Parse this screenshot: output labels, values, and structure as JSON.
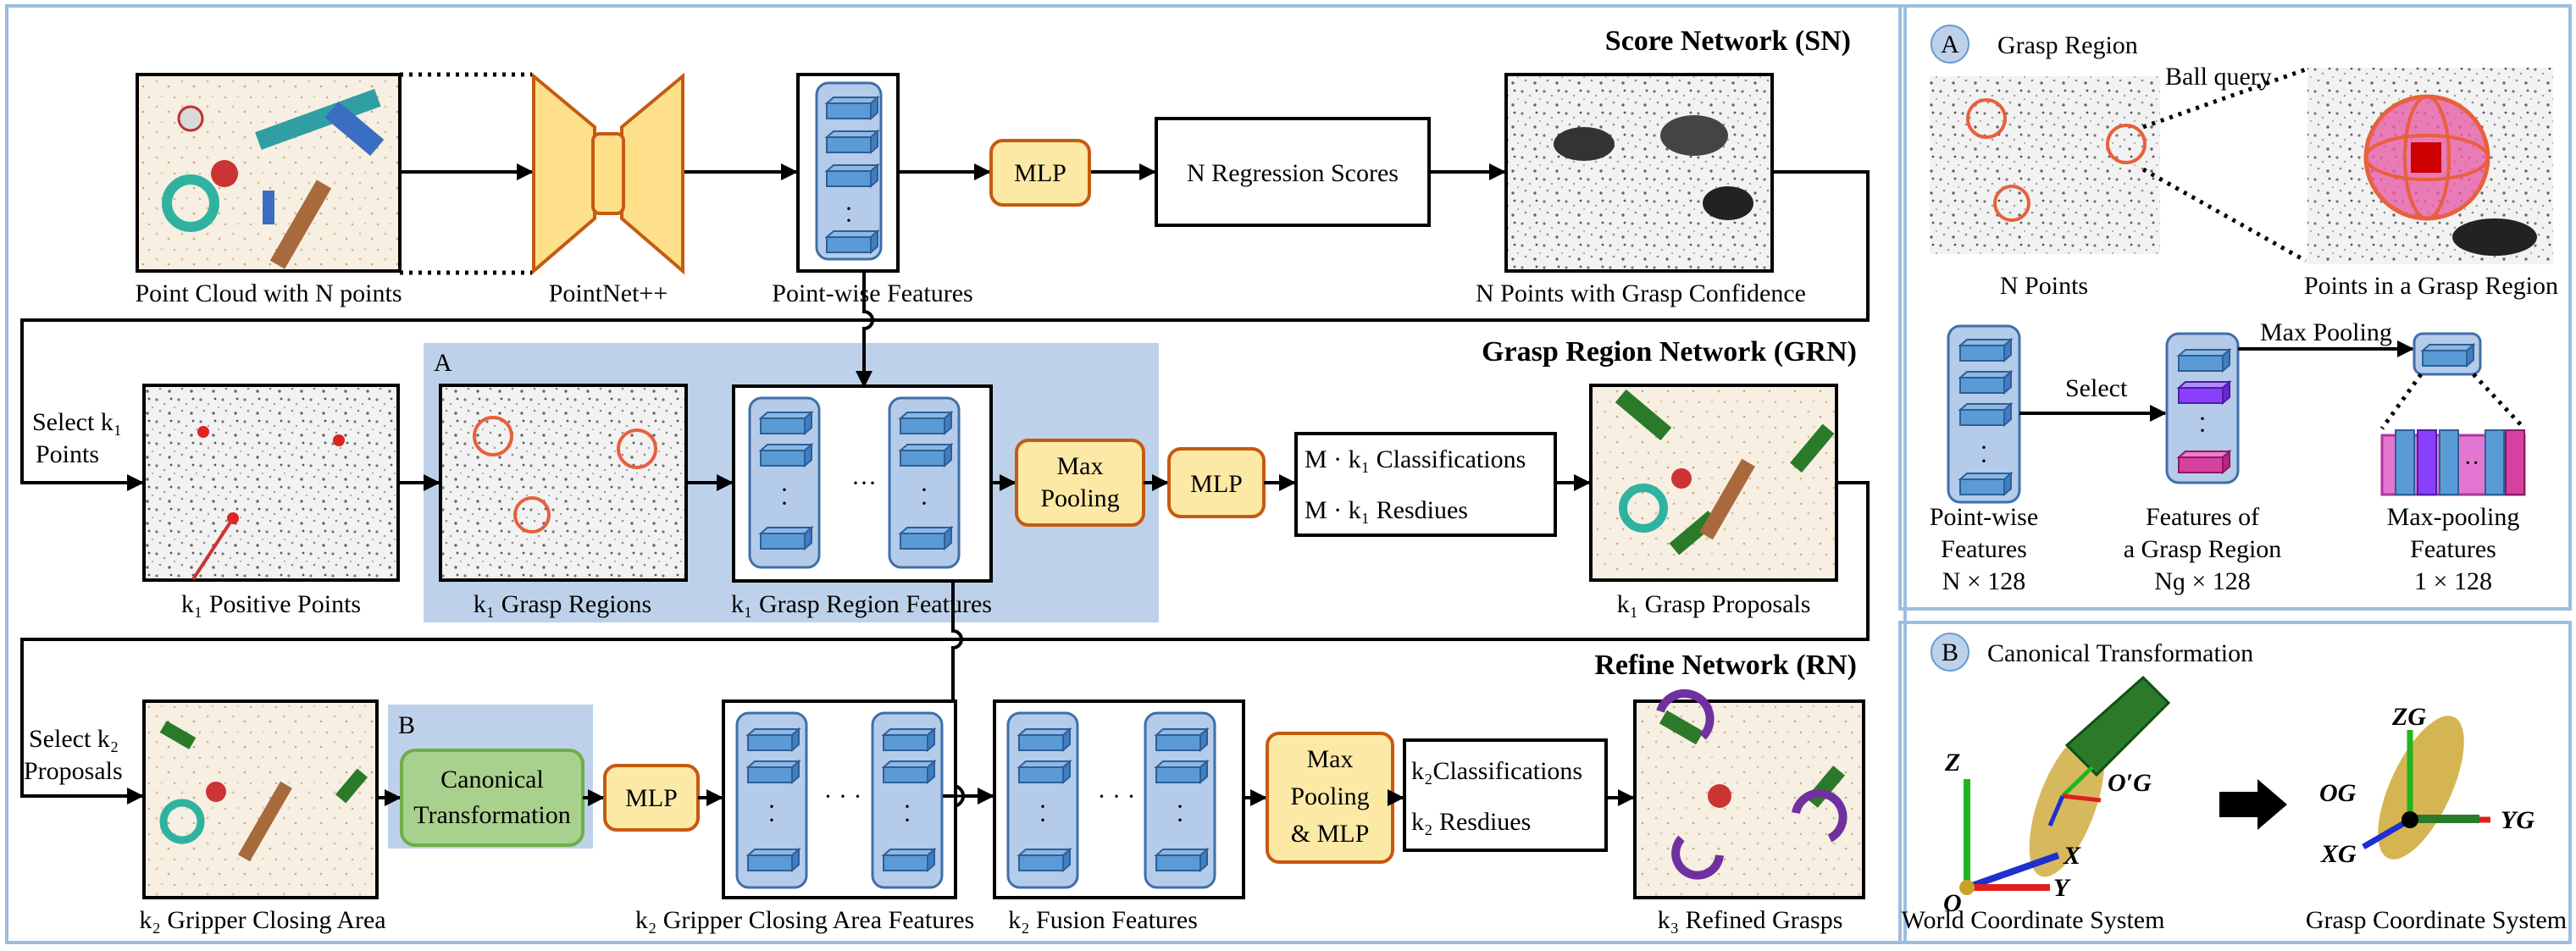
{
  "sections": {
    "sn_title": "Score Network (SN)",
    "grn_title": "Grasp Region Network (GRN)",
    "rn_title": "Refine Network (RN)",
    "a_letter": "A",
    "b_letter": "B"
  },
  "sn": {
    "point_cloud": "Point Cloud with N points",
    "pointnet": "PointNet++",
    "pointwise": "Point-wise Features",
    "mlp": "MLP",
    "regression": "N Regression Scores",
    "grasp_conf": "N Points with Grasp Confidence"
  },
  "grn": {
    "select": [
      "Select k₁",
      "Points"
    ],
    "positive": "k₁ Positive Points",
    "regions": "k₁ Grasp Regions",
    "region_features": "k₁ Grasp Region Features",
    "dots": "···",
    "max_pooling": [
      "Max",
      "Pooling"
    ],
    "mlp": "MLP",
    "classifications": "M · k₁ Classifications",
    "residues": "M · k₁ Resdiues",
    "proposals": "k₁ Grasp Proposals"
  },
  "rn": {
    "select": [
      "Select k₂",
      "Proposals"
    ],
    "closing_area": "k₂ Gripper Closing Area",
    "canonical": [
      "Canonical",
      "Transformation"
    ],
    "mlp": "MLP",
    "closing_features": "k₂ Gripper Closing Area Features",
    "fusion": "k₂ Fusion Features",
    "maxpool_mlp": [
      "Max",
      "Pooling",
      "& MLP"
    ],
    "classifications": "k₂Classifications",
    "residues": "k₂ Resdiues",
    "refined": "k₃ Refined Grasps"
  },
  "panel_a": {
    "title": "Grasp Region",
    "letter": "A",
    "ball_query": "Ball query",
    "n_points": "N Points",
    "points_in_region": "Points in a Grasp Region",
    "select": "Select",
    "max_pooling": "Max Pooling",
    "pointwise": [
      "Point-wise",
      "Features",
      "N × 128"
    ],
    "region_features": [
      "Features of",
      "a Grasp Region",
      "Nɡ × 128"
    ],
    "maxpool_features": [
      "Max-pooling",
      "Features",
      "1 × 128"
    ]
  },
  "panel_b": {
    "title": "Canonical Transformation",
    "letter": "B",
    "world": "World Coordinate System",
    "grasp": "Grasp Coordinate System",
    "axes_world": [
      "Z",
      "X",
      "Y",
      "O",
      "O′G"
    ],
    "axes_grasp": [
      "ZG",
      "OG",
      "YG",
      "XG"
    ]
  },
  "colors": {
    "frame": "#9dbde0",
    "highlight": "#bdd2ea",
    "feature_block": "#5b9bd5",
    "pill_fill": "#fde9a6",
    "pill_border": "#c55a11",
    "green": "#a9d18e",
    "pointnet": "#ffe08a"
  }
}
